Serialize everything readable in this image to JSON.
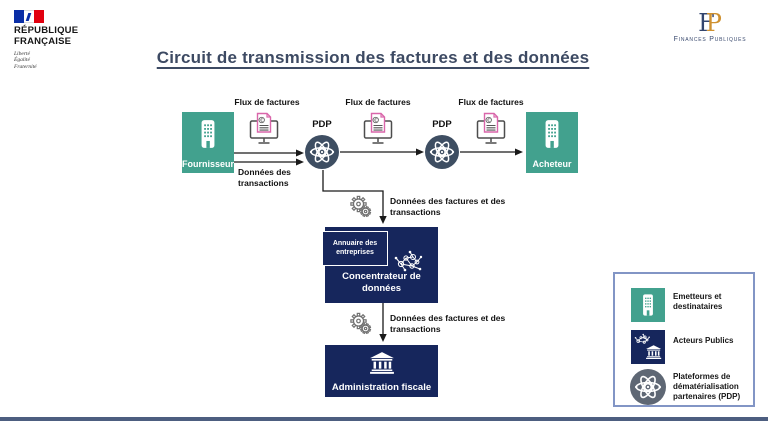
{
  "header": {
    "marianne": {
      "line1": "RÉPUBLIQUE",
      "line2": "FRANÇAISE",
      "motto1": "Liberté",
      "motto2": "Égalité",
      "motto3": "Fraternité"
    },
    "finances_publiques": {
      "monogram_f": "F",
      "monogram_p": "P",
      "wordmark": "Finances Publiques"
    },
    "title": "Circuit de transmission des factures et des données"
  },
  "flow": {
    "fournisseur_label": "Fournisseur",
    "acheteur_label": "Acheteur",
    "pdp1_label": "PDP",
    "pdp2_label": "PDP",
    "flux_label_1": "Flux de factures",
    "flux_label_2": "Flux de factures",
    "flux_label_3": "Flux de factures",
    "donnees_transactions_label": "Données des transactions",
    "donnees_factures_label_1": "Données des factures et des transactions",
    "donnees_factures_label_2": "Données des factures et des transactions",
    "annuaire_label": "Annuaire des entreprises",
    "concentrateur_label": "Concentrateur de données",
    "administration_label": "Administration fiscale"
  },
  "legend": {
    "items": [
      {
        "icon": "building-icon",
        "label": "Emetteurs et destinataires"
      },
      {
        "icon": "molecule-bank-icon",
        "label": "Acteurs Publics"
      },
      {
        "icon": "atom-icon",
        "label": "Plateformes de dématérialisation partenaires (PDP)"
      }
    ]
  },
  "colors": {
    "teal": "#42a18e",
    "navy": "#16265c",
    "pdp_circle": "#3e4e62",
    "legend_circle": "#5e6774",
    "title_text": "#3d4a63",
    "document_pink": "#d966aa",
    "legend_border": "#8295c5",
    "bottom_bar": "#4d5e80"
  }
}
